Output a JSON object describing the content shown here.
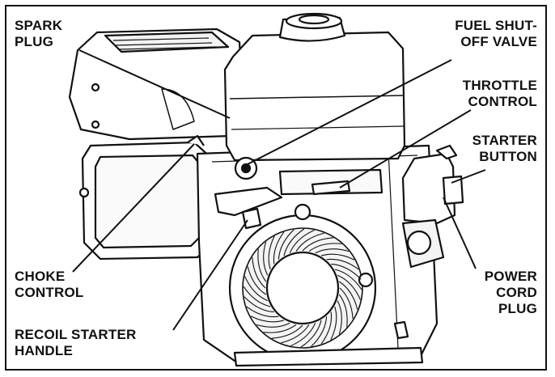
{
  "diagram": {
    "subject": "engine",
    "colors": {
      "ink": "#111111",
      "paper": "#ffffff",
      "shade": "#e6e6e6"
    },
    "labels": {
      "spark_plug": [
        "SPARK",
        "PLUG"
      ],
      "fuel_shutoff_valve": [
        "FUEL SHUT-",
        "OFF VALVE"
      ],
      "throttle_control": [
        "THROTTLE",
        "CONTROL"
      ],
      "starter_button": [
        "STARTER",
        "BUTTON"
      ],
      "choke_control": [
        "CHOKE",
        "CONTROL"
      ],
      "power_cord_plug": [
        "POWER",
        "CORD",
        "PLUG"
      ],
      "recoil_starter_handle": [
        "RECOIL STARTER",
        "HANDLE"
      ]
    }
  }
}
